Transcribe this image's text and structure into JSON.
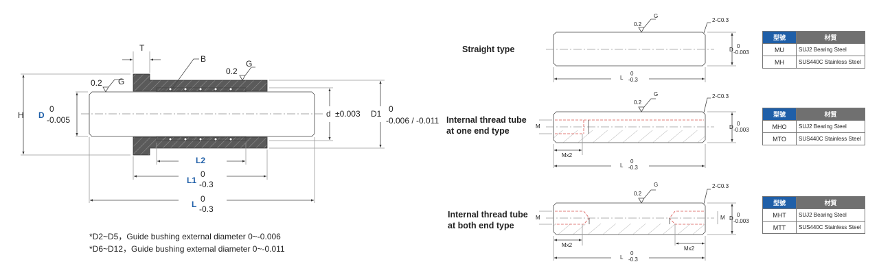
{
  "bushing": {
    "T": "T",
    "B": "B",
    "G1": "G",
    "G2": "G",
    "r1": "0.2",
    "r2": "0.2",
    "H": "H",
    "D": "D",
    "D_up": "0",
    "D_lo": "-0.005",
    "d": "d",
    "d_tol": "±0.003",
    "D1": "D1",
    "D1_up": "0",
    "D1_lo": "-0.006 / -0.011",
    "L2": "L2",
    "L1": "L1",
    "L1_up": "0",
    "L1_lo": "-0.3",
    "L": "L",
    "L_up": "0",
    "L_lo": "-0.3"
  },
  "notes": [
    "*D2~D5，Guide bushing external diameter 0~-0.006",
    "*D6~D12，Guide bushing external diameter 0~-0.011"
  ],
  "pins": [
    {
      "type_label": [
        "Straight type"
      ],
      "G": "G",
      "r": "0.2",
      "chamfer": "2-C0.3",
      "D": "D",
      "D_up": "0",
      "D_lo": "-0.003",
      "L": "L",
      "L_up": "0",
      "L_lo": "-0.3",
      "table": {
        "headers": [
          "型號",
          "材質"
        ],
        "rows": [
          [
            "MU",
            "SUJ2  Bearing Steel"
          ],
          [
            "MH",
            "SUS440C  Stainless Steel"
          ]
        ]
      }
    },
    {
      "type_label": [
        "Internal thread tube",
        "at one end type"
      ],
      "G": "G",
      "r": "0.2",
      "chamfer": "2-C0.3",
      "D": "D",
      "D_up": "0",
      "D_lo": "-0.003",
      "L": "L",
      "L_up": "0",
      "L_lo": "-0.3",
      "M": "M",
      "Mx2": "Mx2",
      "table": {
        "headers": [
          "型號",
          "材質"
        ],
        "rows": [
          [
            "MHO",
            "SUJ2  Bearing Steel"
          ],
          [
            "MTO",
            "SUS440C  Stainless Steel"
          ]
        ]
      }
    },
    {
      "type_label": [
        "Internal thread tube",
        "at both end type"
      ],
      "G": "G",
      "r": "0.2",
      "chamfer": "2-C0.3",
      "D": "D",
      "D_up": "0",
      "D_lo": "-0.003",
      "L": "L",
      "L_up": "0",
      "L_lo": "-0.3",
      "M": "M",
      "M2": "M",
      "Mx2": "Mx2",
      "Mx2b": "Mx2",
      "table": {
        "headers": [
          "型號",
          "材質"
        ],
        "rows": [
          [
            "MHT",
            "SUJ2  Bearing Steel"
          ],
          [
            "MTT",
            "SUS440C  Stainless Steel"
          ]
        ]
      }
    }
  ],
  "colors": {
    "header_blue": "#1f5fa8",
    "header_gray": "#707070",
    "blue_label": "#1f5fa8",
    "thread_red": "#d9534f"
  }
}
